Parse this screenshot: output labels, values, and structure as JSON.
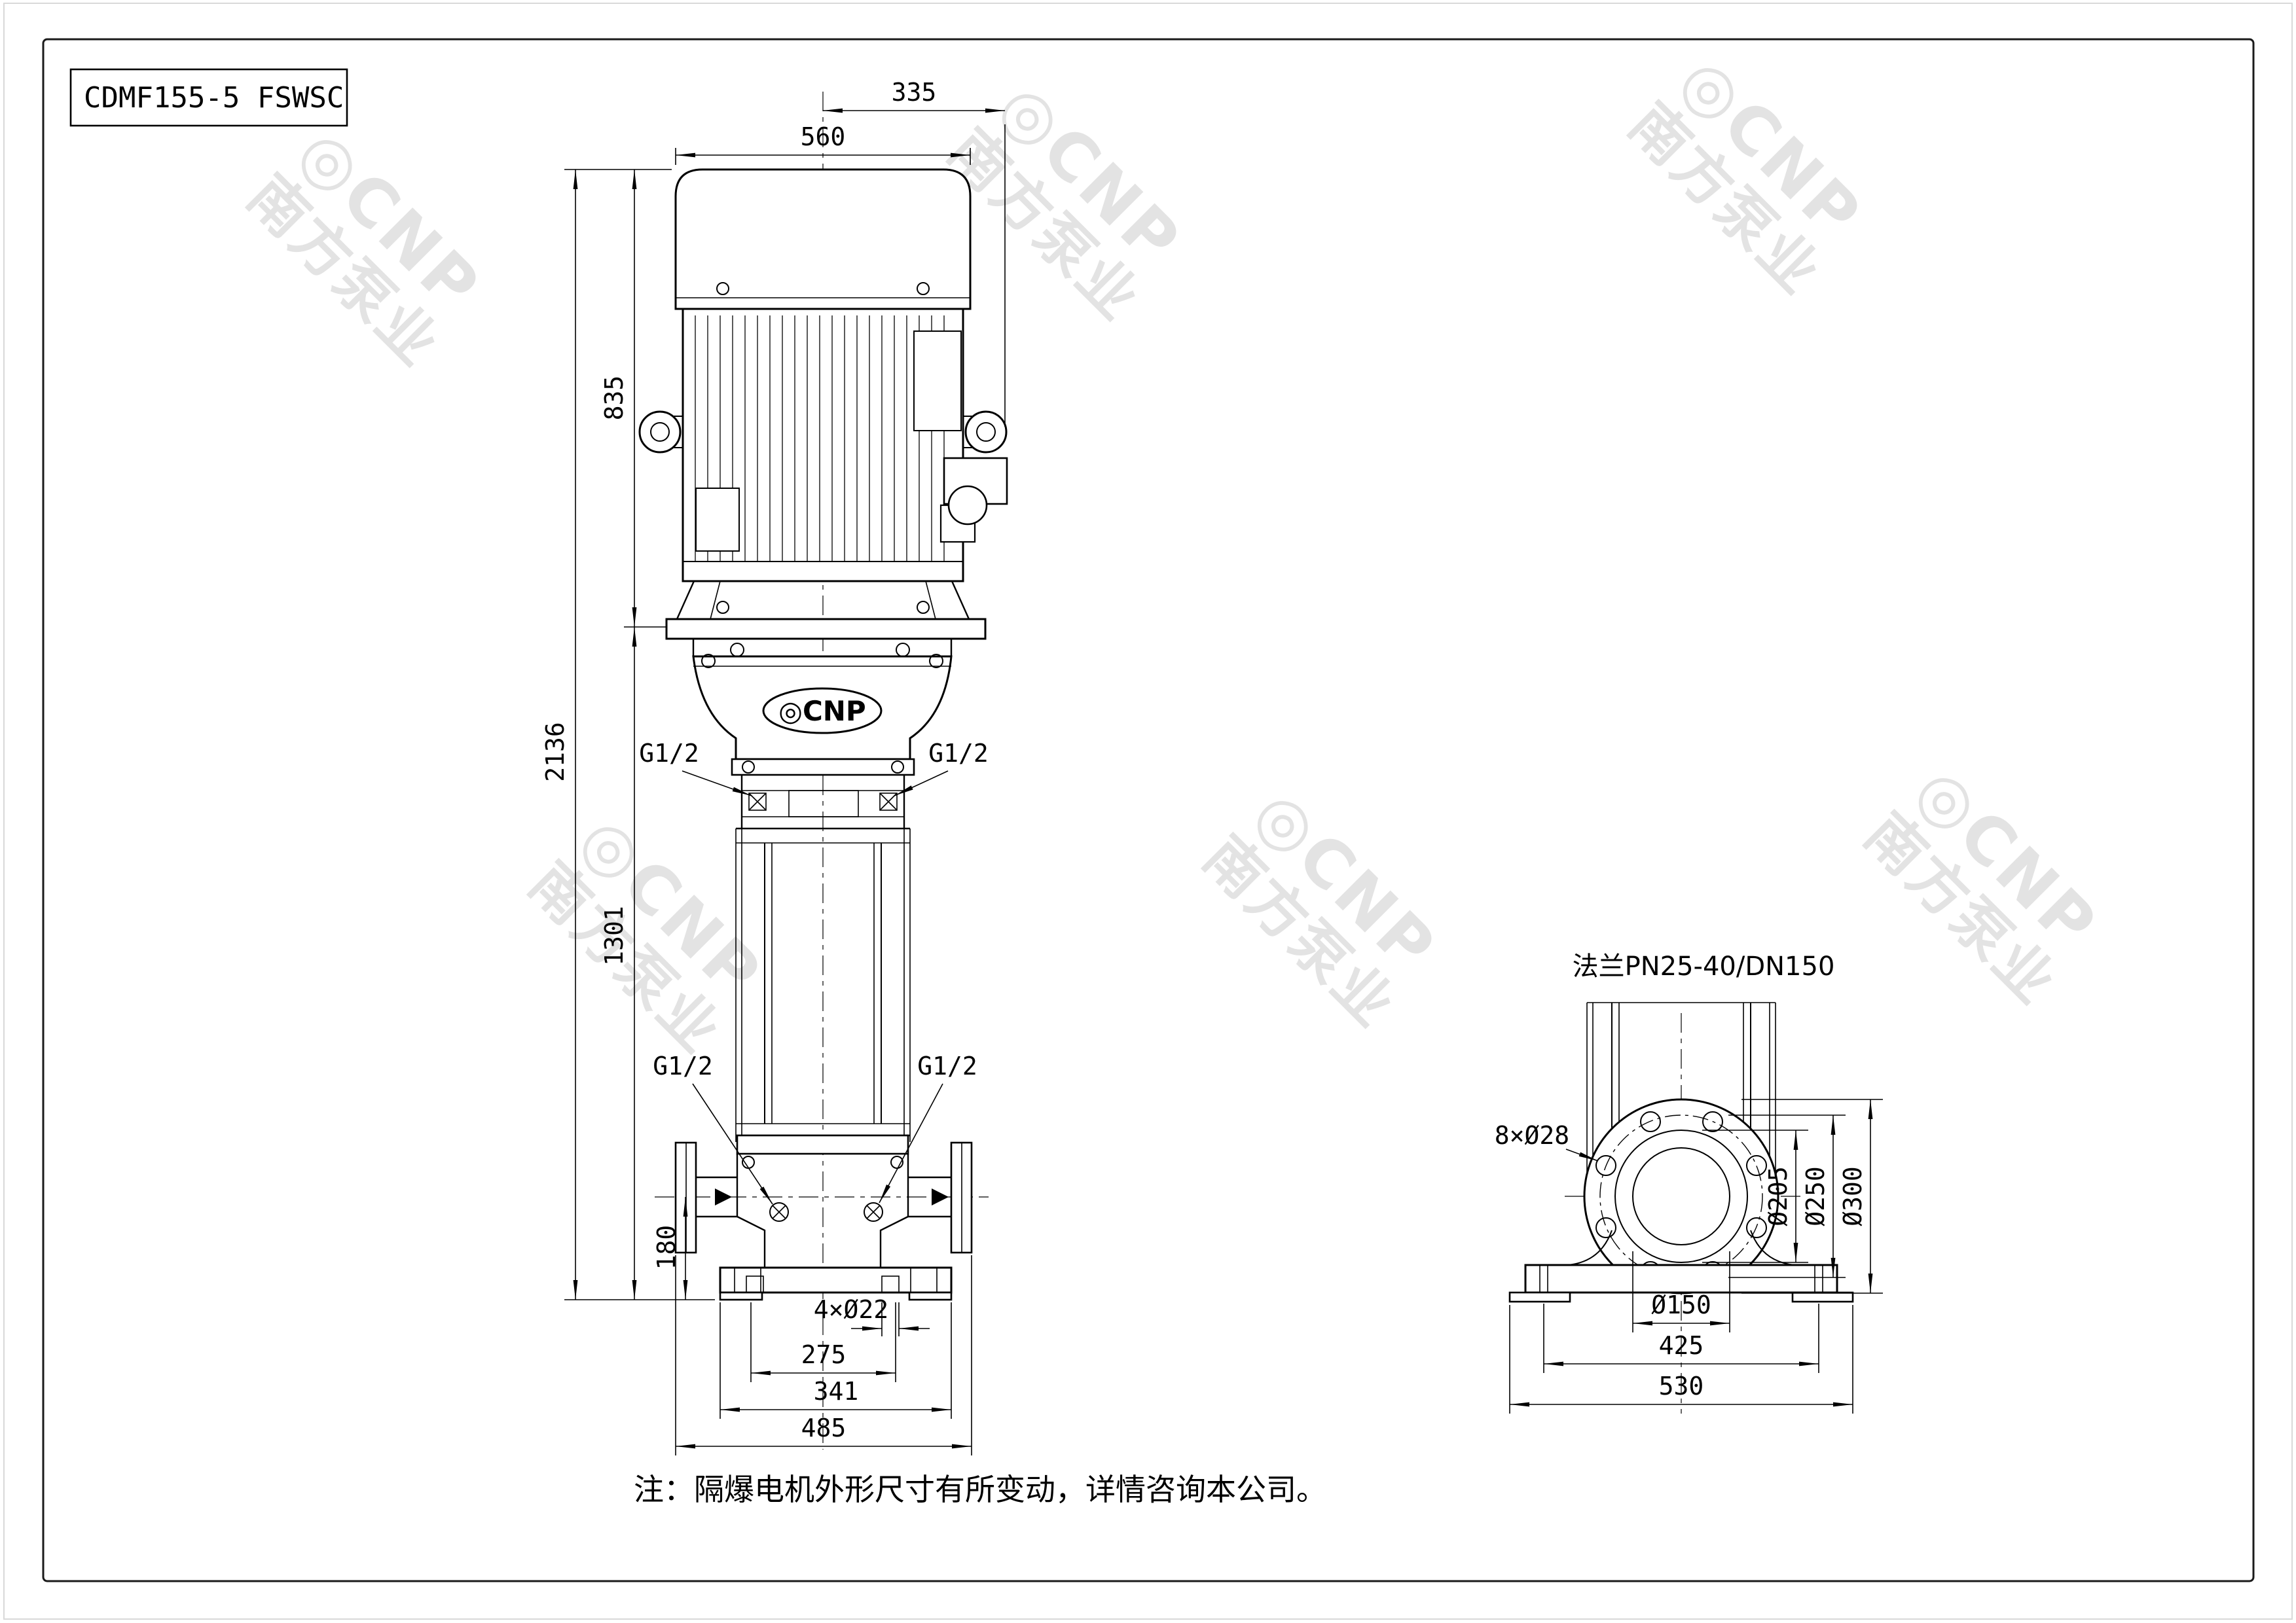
{
  "title_block": {
    "model": "CDMF155-5 FSWSC"
  },
  "note": {
    "text": "注：隔爆电机外形尺寸有所变动，详情咨询本公司。"
  },
  "watermark": {
    "line1": "◎CNP",
    "line2": "南方泵业"
  },
  "pump_logo": {
    "text": "◎CNP"
  },
  "colors": {
    "line": "#000000",
    "watermark": "#e3e3e3",
    "background": "#ffffff"
  },
  "main_dims": {
    "offset_335": "335",
    "motor_w_560": "560",
    "motor_h_835": "835",
    "total_h_2136": "2136",
    "pump_h_1301": "1301",
    "port_h_180": "180",
    "g12": "G1/2",
    "base_holes_4x22": "4×Ø22",
    "span_275": "275",
    "span_341": "341",
    "span_485": "485"
  },
  "side_dims": {
    "flange_label": "法兰PN25-40/DN150",
    "bolt_holes_8x28": "8×Ø28",
    "d205": "Ø205",
    "d250": "Ø250",
    "d300": "Ø300",
    "d150": "Ø150",
    "span_425": "425",
    "base_w_530": "530"
  }
}
